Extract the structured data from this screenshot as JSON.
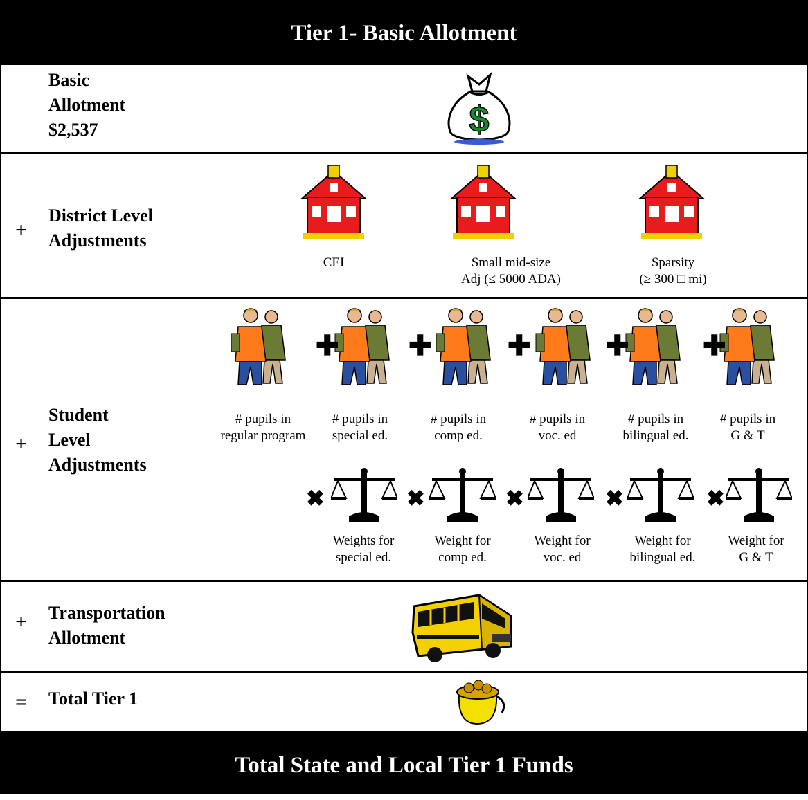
{
  "header": {
    "title": "Tier 1- Basic Allotment"
  },
  "footer": {
    "title": "Total State and Local Tier 1 Funds"
  },
  "rows": {
    "basic": {
      "label_lines": [
        "Basic",
        "Allotment",
        "$2,537"
      ],
      "icon": "money-bag-icon"
    },
    "district": {
      "operator": "+",
      "label_lines": [
        "District Level",
        "Adjustments"
      ],
      "icon": "schoolhouse-icon",
      "items": [
        {
          "lines": [
            "CEI"
          ]
        },
        {
          "lines": [
            "Small mid-size",
            "Adj (≤ 5000 ADA)"
          ]
        },
        {
          "lines": [
            "Sparsity",
            "(≥ 300 □ mi)"
          ]
        }
      ]
    },
    "student": {
      "operator": "+",
      "label_lines": [
        "Student",
        "Level",
        "Adjustments"
      ],
      "pupil_icon": "students-icon",
      "plus_symbol": "✚",
      "times_symbol": "✖",
      "weight_icon": "balance-scale-icon",
      "pupils": [
        {
          "lines": [
            "# pupils in",
            "regular program"
          ]
        },
        {
          "lines": [
            "# pupils in",
            "special ed."
          ]
        },
        {
          "lines": [
            "# pupils in",
            "comp ed."
          ]
        },
        {
          "lines": [
            "# pupils in",
            "voc. ed"
          ]
        },
        {
          "lines": [
            "# pupils in",
            "bilingual ed."
          ]
        },
        {
          "lines": [
            "# pupils in",
            "G & T"
          ]
        }
      ],
      "weights": [
        {
          "lines": [
            "Weights for",
            "special ed."
          ]
        },
        {
          "lines": [
            "Weight for",
            "comp ed."
          ]
        },
        {
          "lines": [
            "Weight for",
            "voc. ed"
          ]
        },
        {
          "lines": [
            "Weight for",
            "bilingual ed."
          ]
        },
        {
          "lines": [
            "Weight for",
            "G & T"
          ]
        }
      ]
    },
    "transport": {
      "operator": "+",
      "label_lines": [
        "Transportation",
        "Allotment"
      ],
      "icon": "school-bus-icon"
    },
    "total": {
      "operator": "=",
      "label_lines": [
        "Total Tier 1"
      ],
      "icon": "pot-of-gold-icon"
    }
  }
}
